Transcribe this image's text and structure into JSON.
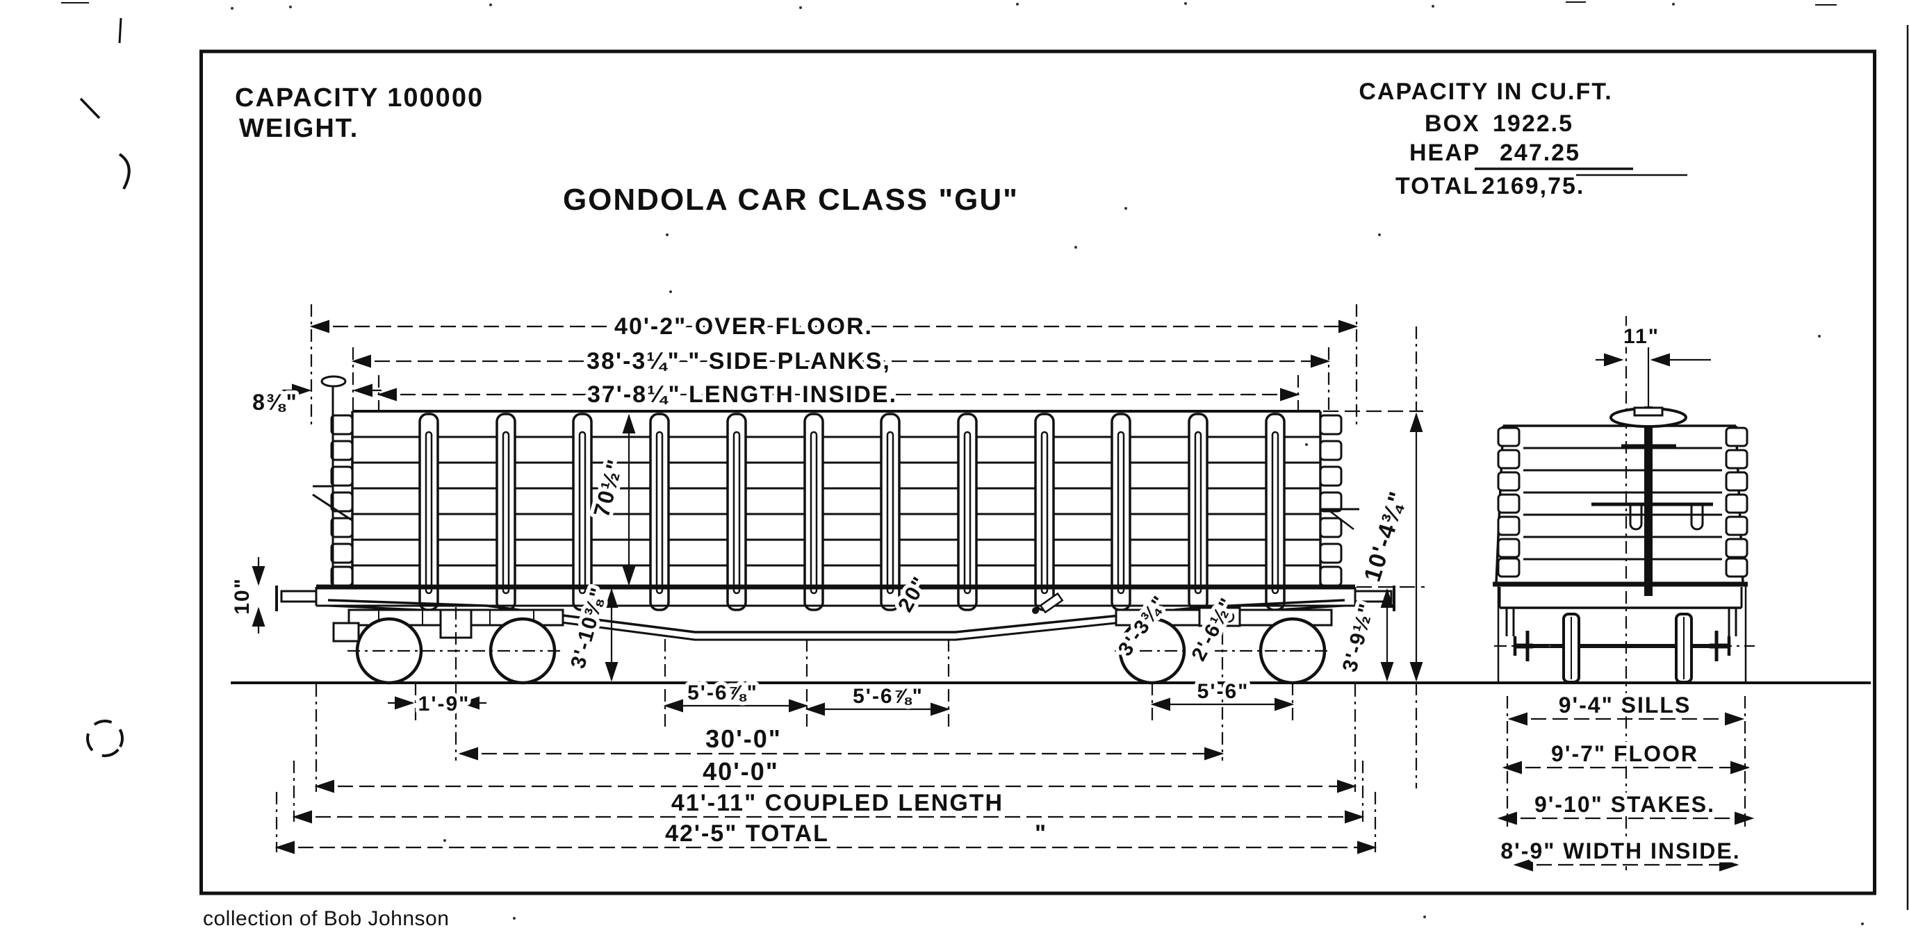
{
  "header": {
    "capacity_label": "CAPACITY 100000",
    "weight_label": "WEIGHT.",
    "title": "GONDOLA CAR CLASS \"GU\""
  },
  "capacity_table": {
    "heading": "CAPACITY IN CU.FT.",
    "rows": [
      {
        "label": "BOX",
        "value": "1922.5"
      },
      {
        "label": "HEAP",
        "value": "247.25"
      },
      {
        "label": "TOTAL",
        "value": "2169,75."
      }
    ]
  },
  "side_view": {
    "dim_over_floor": "40'-2\" OVER FLOOR.",
    "dim_side_planks": "38'-3¼\" \" SIDE PLANKS,",
    "dim_length_inside": "37'-8¼\" LENGTH INSIDE.",
    "dim_end_offset": "8⅜\"",
    "dim_floor_depth": "10\"",
    "dim_inside_height": "70½\"",
    "dim_floor_to_rail": "3'-10⅜\"",
    "dim_truss_drop": "20\"",
    "dim_wheel": "3'-3¾\"",
    "dim_truck_axle": "2'-6½\"",
    "dim_height_over": "10'-4¾\"",
    "dim_floor_to_rail_right": "3'-9½\"",
    "dim_axle_offset": "1'-9\"",
    "dim_span_1": "5'-6⅞\"",
    "dim_span_2": "5'-6⅞\"",
    "dim_truck_wheelbase": "5'-6\"",
    "dim_truck_centers": "30'-0\"",
    "dim_length_over_sills": "40'-0\"",
    "dim_coupled_length": "41'-11\" COUPLED LENGTH",
    "dim_total_length": "42'-5\" TOTAL",
    "dim_total_ditto": "\""
  },
  "end_view": {
    "dim_brake_staff": "11\"",
    "dim_sills": "9'-4\" SILLS",
    "dim_floor": "9'-7\" FLOOR",
    "dim_stakes": "9'-10\" STAKES.",
    "dim_width_inside": "8'-9\" WIDTH INSIDE."
  },
  "footer": {
    "caption": "collection of Bob Johnson"
  }
}
